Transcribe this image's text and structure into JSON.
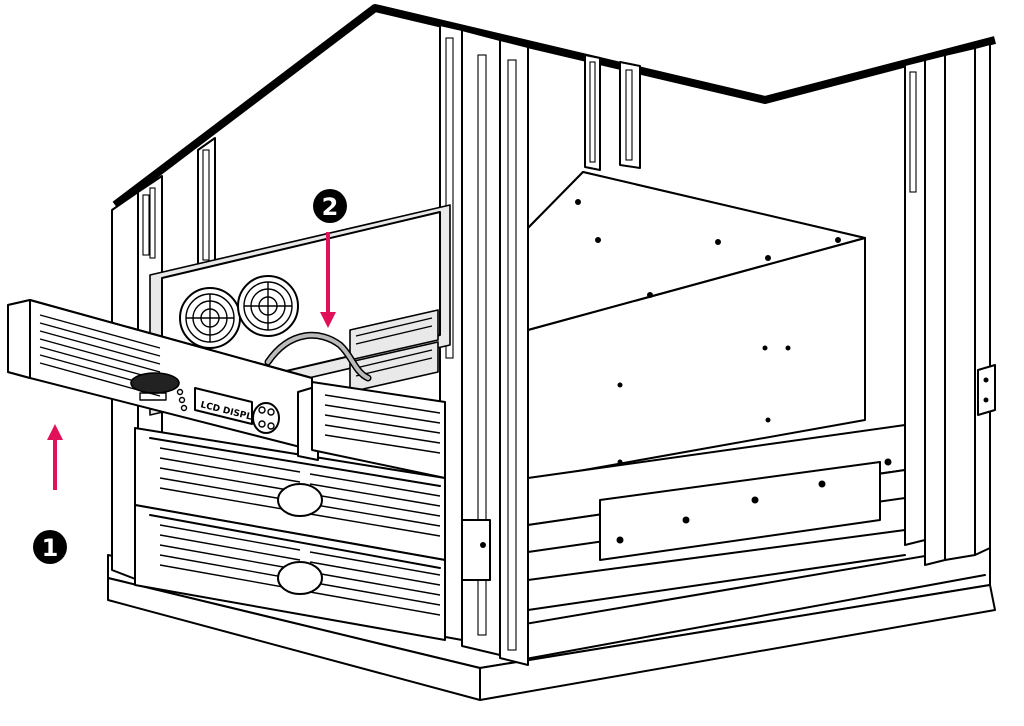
{
  "colors": {
    "arrow": "#e0105a",
    "line": "#000000",
    "background": "#ffffff"
  },
  "callouts": [
    {
      "id": "1",
      "label": "❶"
    },
    {
      "id": "2",
      "label": "❷"
    }
  ],
  "ups": {
    "logo_text": "",
    "lcd_text": "LCD DISPLAY"
  }
}
